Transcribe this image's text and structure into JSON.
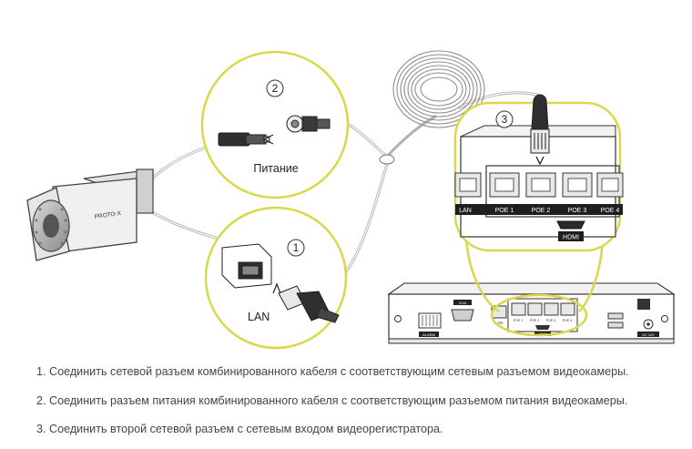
{
  "callouts": {
    "power": {
      "number": "2",
      "label": "Питание"
    },
    "lan": {
      "number": "1",
      "label": "LAN"
    },
    "nvr": {
      "number": "3"
    }
  },
  "camera": {
    "brand": "PROTO-X"
  },
  "nvr_zoom": {
    "ports": [
      "LAN",
      "POE 1",
      "POE 2",
      "POE 3",
      "POE 4"
    ],
    "hdmi": "HDMI"
  },
  "nvr_device": {
    "vga": "VGA",
    "alarm": "ALARM",
    "lan": "LAN",
    "ports": [
      "POE 1",
      "POE 2",
      "POE 3",
      "POE 4"
    ],
    "hdmi": "HDMI",
    "dc": "DC 12V"
  },
  "instructions": [
    "1. Соединить сетевой разъем комбинированного кабеля с соответствующим сетевым разъемом видеокамеры.",
    "2. Соединить разъем питания комбинированного кабеля с соответствующим разъемом питания видеокамеры.",
    "3. Соединить второй  сетевой разъем с сетевым входом видеорегистратора."
  ],
  "colors": {
    "callout_ring": "#d8d84a",
    "line": "#222222",
    "cable": "#9a9a9a",
    "text": "#444444"
  }
}
